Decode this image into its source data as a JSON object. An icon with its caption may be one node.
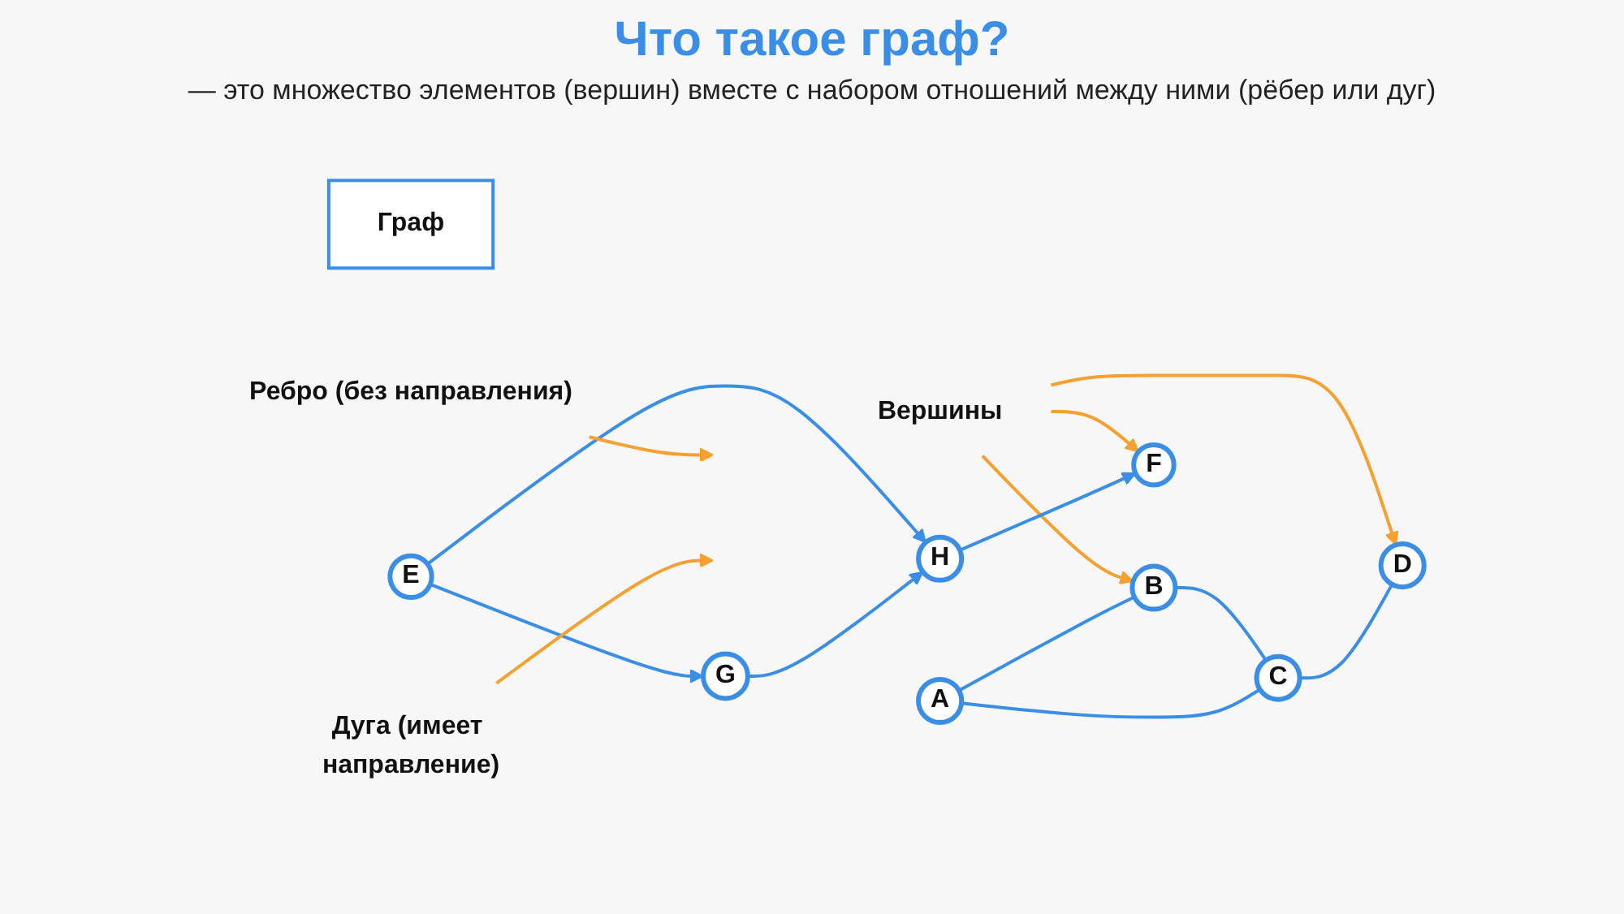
{
  "diagram": {
    "title": "Что такое граф?",
    "nodes": [
      {
        "text": [
          "Граф"
        ],
        "beside": [
          "— это множество элементов (вершин) вместе с набором отношений между ними (рёбер или дуг)"
        ]
      },
      {
        "text": [
          "Вершины"
        ]
      },
      {
        "text": [
          "B"
        ]
      },
      {
        "text": [
          "A"
        ]
      },
      {
        "text": [
          "D"
        ]
      },
      {
        "text": [
          "C"
        ]
      },
      {
        "text": [
          "F"
        ]
      },
      {
        "text": [
          "E"
        ]
      },
      {
        "text": [
          "H"
        ]
      },
      {
        "text": [
          "G"
        ]
      },
      {
        "text": [
          "Ребро (без направления)"
        ]
      },
      {
        "text": [
          "Дуга (имеет направление)"
        ]
      }
    ],
    "edges": [
      {
        "from": 1,
        "to": 2,
        "arrow": "to",
        "color": "#f5a030"
      },
      {
        "from": 1,
        "to": 4,
        "arrow": "to",
        "color": "#f5a030"
      },
      {
        "from": 1,
        "to": 6,
        "arrow": "to",
        "color": "#f5a030"
      },
      {
        "from": 3,
        "to": 2,
        "arrow": "none"
      },
      {
        "from": 2,
        "to": 5,
        "arrow": "none"
      },
      {
        "from": 3,
        "to": 5,
        "arrow": "none"
      },
      {
        "from": 5,
        "to": 4,
        "arrow": "none"
      },
      {
        "from": 7,
        "to": 8,
        "arrow": "to"
      },
      {
        "from": 7,
        "to": 9,
        "arrow": "to"
      },
      {
        "from": 9,
        "to": 8,
        "arrow": "to"
      },
      {
        "from": 8,
        "to": 6,
        "arrow": "to"
      },
      {
        "from": 10,
        "to": null,
        "arrow": "to",
        "color": "#f5a030"
      },
      {
        "from": 11,
        "to": null,
        "arrow": "to",
        "color": "#f5a030"
      }
    ]
  }
}
